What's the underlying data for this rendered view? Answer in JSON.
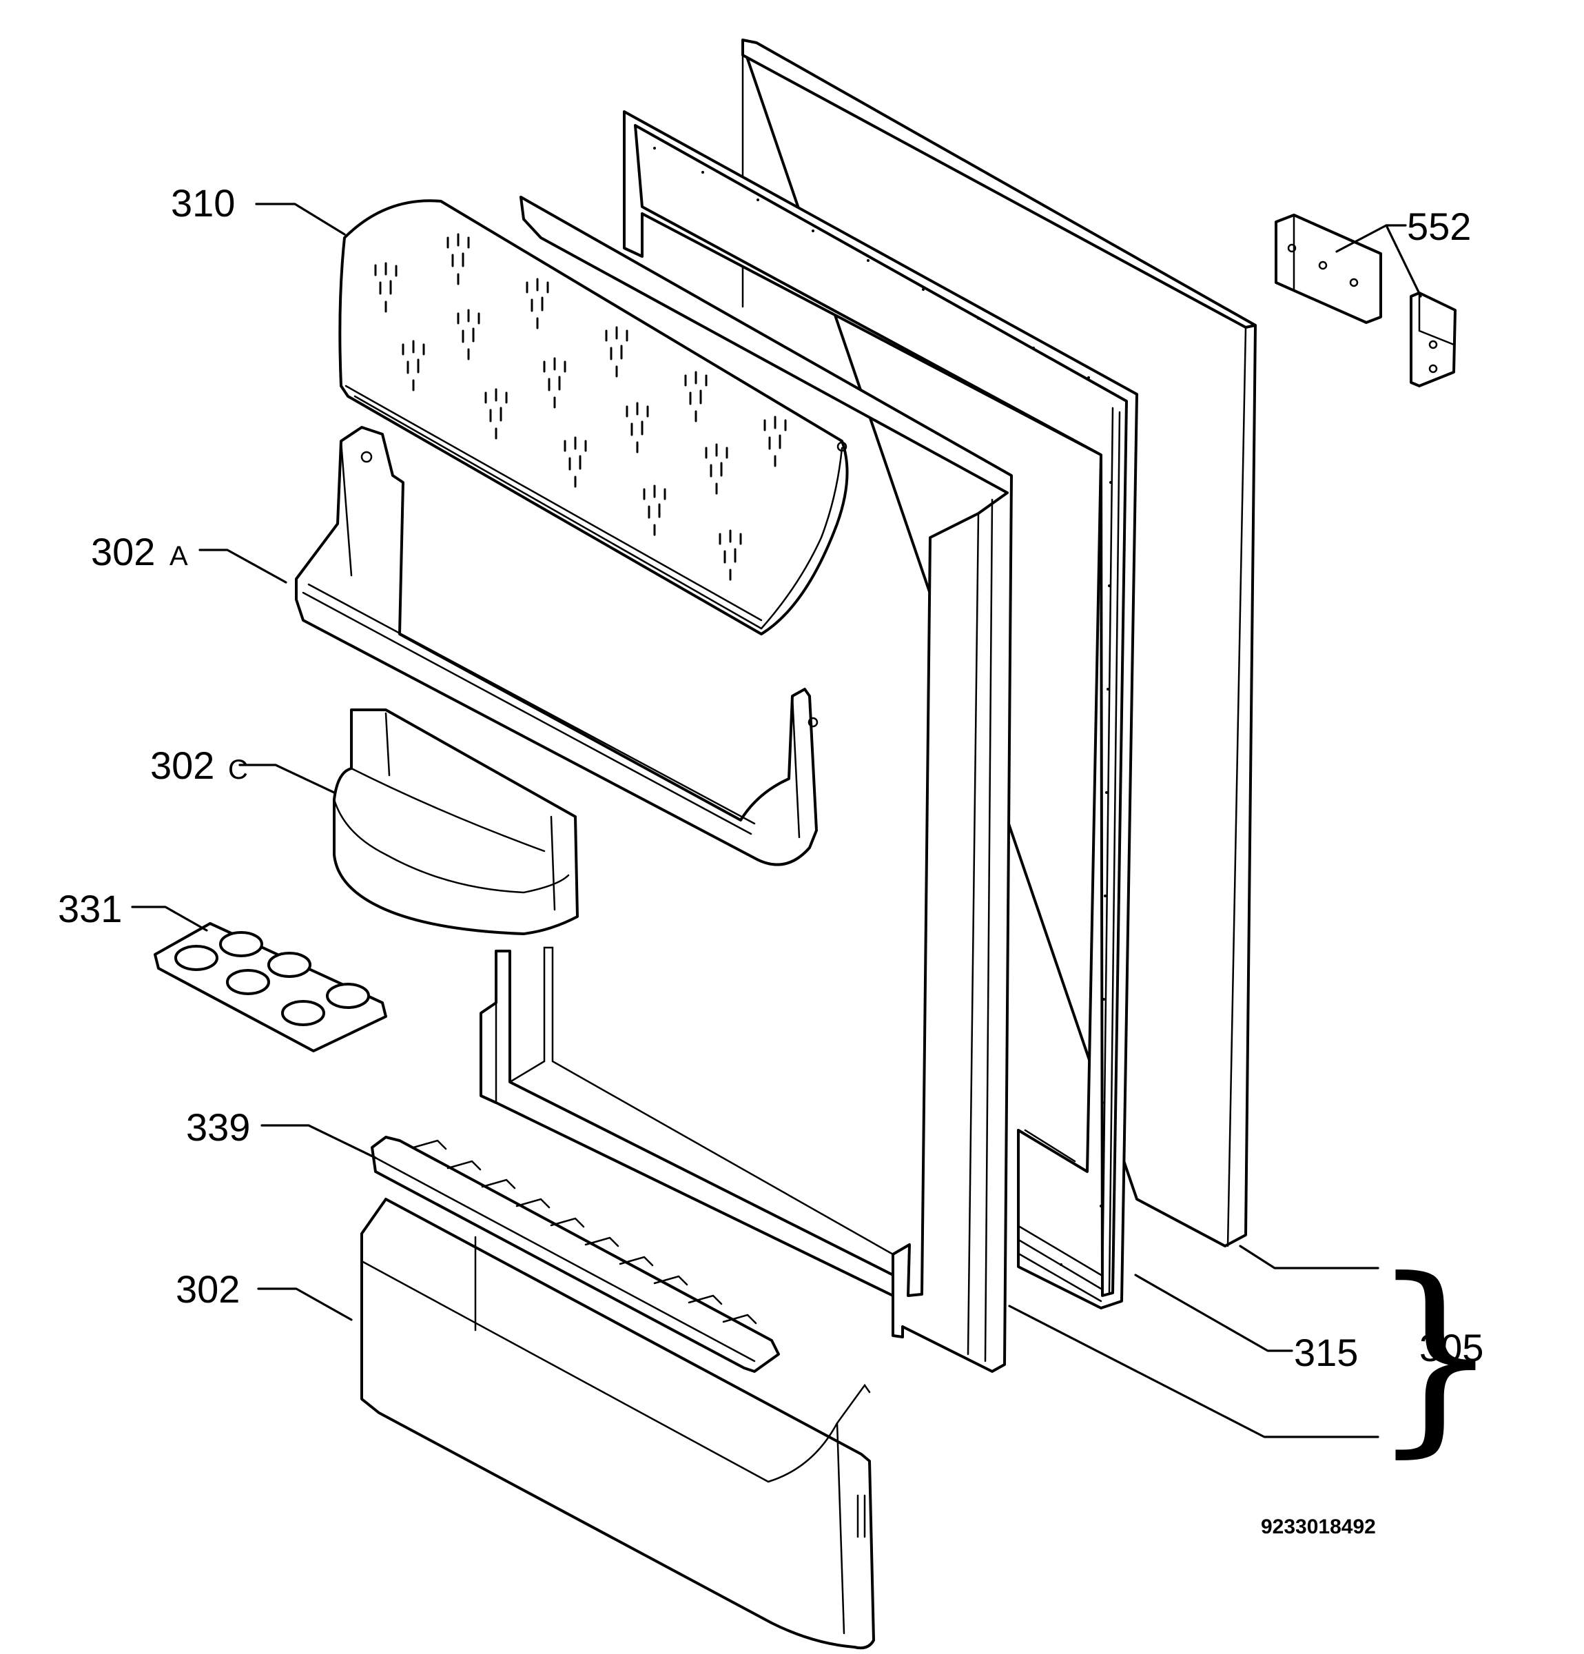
{
  "parts": {
    "p310": "310",
    "p302a_num": "302",
    "p302a_suffix": "A",
    "p302c_num": "302",
    "p302c_suffix": "C",
    "p331": "331",
    "p339": "339",
    "p302": "302",
    "p552": "552",
    "p315": "315",
    "p305": "305"
  },
  "drawing_number": "9233018492"
}
